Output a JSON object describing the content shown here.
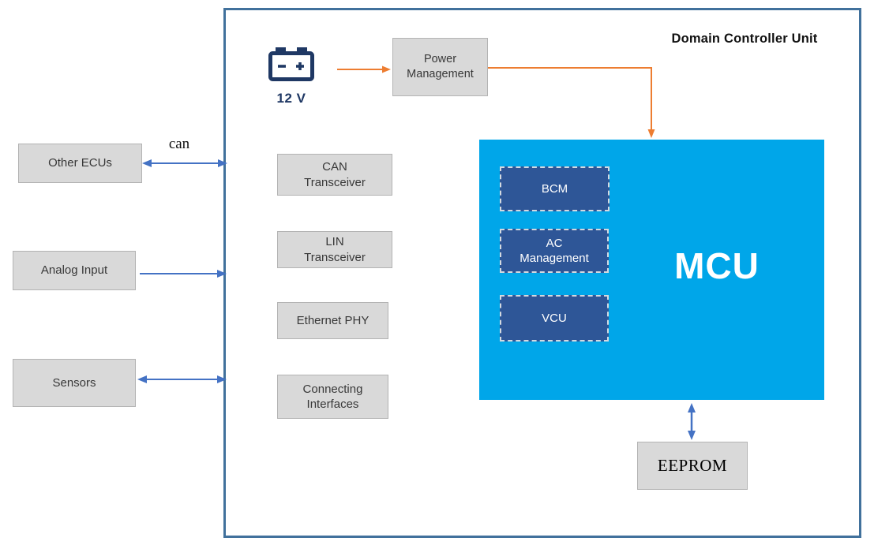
{
  "diagram": {
    "title": "Domain Controller Unit"
  },
  "battery": {
    "icon": "battery-icon",
    "voltage_label": "12 V"
  },
  "power_management": {
    "label": "Power\nManagement"
  },
  "external_nodes": [
    {
      "label": "Other ECUs"
    },
    {
      "label": "Analog Input"
    },
    {
      "label": "Sensors"
    }
  ],
  "bus": {
    "label": "can"
  },
  "interface_nodes": [
    {
      "label": "CAN\nTransceiver"
    },
    {
      "label": "LIN\nTransceiver"
    },
    {
      "label": "Ethernet PHY"
    },
    {
      "label": "Connecting\nInterfaces"
    }
  ],
  "mcu": {
    "label": "MCU",
    "modules": [
      {
        "label": "BCM"
      },
      {
        "label": "AC\nManagement"
      },
      {
        "label": "VCU"
      }
    ]
  },
  "eeprom": {
    "label": "EEPROM"
  },
  "colors": {
    "boundary_border": "#41719c",
    "node_fill": "#d9d9d9",
    "node_border": "#b3b3b3",
    "mcu_fill": "#00a6e9",
    "module_fill": "#2e5697",
    "module_dash": "#d4d9e0",
    "battery_navy": "#1f3864",
    "arrow_blue": "#4472c4",
    "arrow_orange": "#ed7d31"
  }
}
